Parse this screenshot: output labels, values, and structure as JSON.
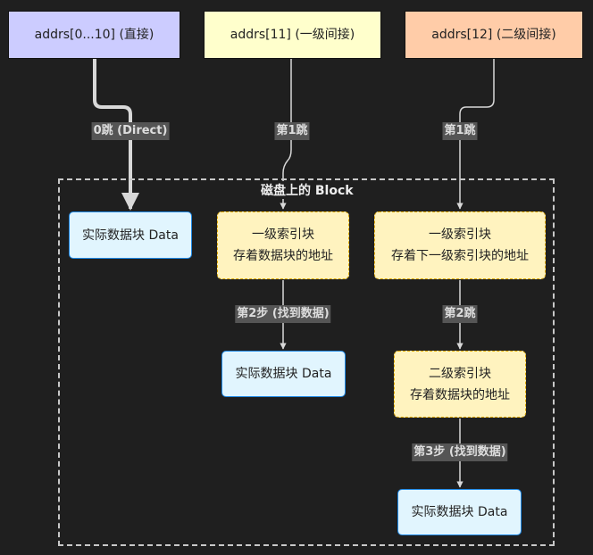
{
  "diagram": {
    "group_title": "磁盘上的 Block",
    "top_nodes": {
      "direct": "addrs[0...10] (直接)",
      "single": "addrs[11] (一级间接)",
      "double": "addrs[12] (二级间接)"
    },
    "nodes": {
      "data_direct": "实际数据块 Data",
      "l1_single_line1": "一级索引块",
      "l1_single_line2": "存着数据块的地址",
      "data_single": "实际数据块 Data",
      "l1_double_line1": "一级索引块",
      "l1_double_line2": "存着下一级索引块的地址",
      "l2_double_line1": "二级索引块",
      "l2_double_line2": "存着数据块的地址",
      "data_double": "实际数据块 Data"
    },
    "edge_labels": {
      "direct_hop": "0跳 (Direct)",
      "single_hop1": "第1跳",
      "single_step2": "第2步 (找到数据)",
      "double_hop1": "第1跳",
      "double_hop2": "第2跳",
      "double_step3": "第3步 (找到数据)"
    },
    "colors": {
      "background": "#1f1f1f",
      "direct_node": "#ccccff",
      "single_node": "#ffffcc",
      "double_node": "#ffcca8",
      "data_block": "#e1f5fe",
      "index_block": "#fff3bf"
    }
  }
}
